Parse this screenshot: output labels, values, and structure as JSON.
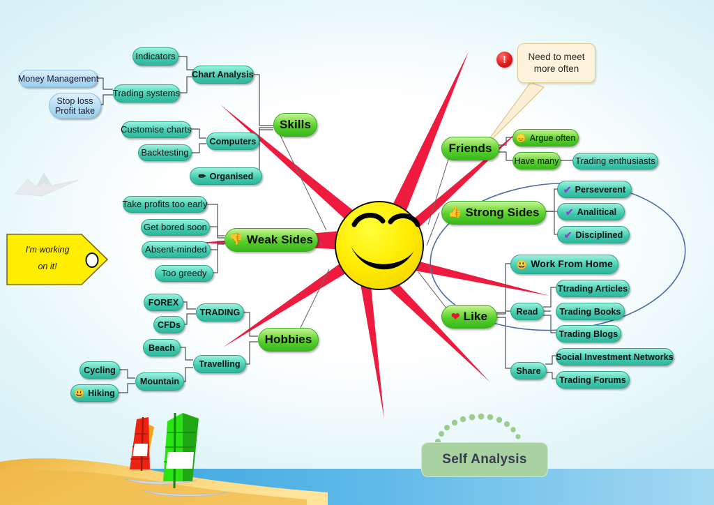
{
  "diagram": {
    "title": "Self Analysis",
    "center_topic": "Self Analysis",
    "colors": {
      "background": "#e2f5f9",
      "teal_node": "#41c9ae",
      "blue_node": "#a8d6f0",
      "green_branch": "#56cf2d",
      "sun_rays": "#ef1e3c",
      "smiley": "#ffe800",
      "callout": "#fdf2dc",
      "tag": "#ffee00",
      "group_ellipse": "#4a6fa8",
      "self_analysis_box": "#a8d3a0",
      "sand": "#f3c25a",
      "sea": "#56b6e8"
    }
  },
  "branches": {
    "skills": {
      "label": "Skills",
      "children": {
        "chart_analysis": {
          "label": "Chart Analysis",
          "children": {
            "indicators": {
              "label": "Indicators"
            },
            "trading_systems": {
              "label": "Trading systems",
              "children": {
                "money_management": {
                  "label": "Money Management"
                },
                "stop_loss": {
                  "label": "Stop loss\nProfit take"
                }
              }
            }
          }
        },
        "computers": {
          "label": "Computers",
          "children": {
            "customise_charts": {
              "label": "Customise charts"
            },
            "backtesting": {
              "label": "Backtesting"
            }
          }
        },
        "organised": {
          "label": "Organised",
          "icon": "pencil-icon",
          "icon_glyph": "✏"
        }
      }
    },
    "weak_sides": {
      "label": "Weak Sides",
      "icon": "thumbs-down-icon",
      "icon_glyph": "👎",
      "children": {
        "take_profits": {
          "label": "Take profits too early"
        },
        "get_bored": {
          "label": "Get bored soon"
        },
        "absent_minded": {
          "label": "Absent-minded"
        },
        "too_greedy": {
          "label": "Too greedy"
        }
      }
    },
    "hobbies": {
      "label": "Hobbies",
      "children": {
        "trading": {
          "label": "TRADING",
          "children": {
            "forex": {
              "label": "FOREX"
            },
            "cfds": {
              "label": "CFDs"
            }
          }
        },
        "travelling": {
          "label": "Travelling",
          "children": {
            "beach": {
              "label": "Beach"
            },
            "mountain": {
              "label": "Mountain",
              "children": {
                "cycling": {
                  "label": "Cycling"
                },
                "hiking": {
                  "label": "Hiking",
                  "icon": "smiley-icon",
                  "icon_glyph": "😃"
                }
              }
            }
          }
        }
      }
    },
    "friends": {
      "label": "Friends",
      "children": {
        "argue_often": {
          "label": "Argue often",
          "icon": "sad-face-icon",
          "icon_glyph": "☹"
        },
        "have_many": {
          "label": "Have many",
          "children": {
            "trading_enthusiasts": {
              "label": "Trading enthusiasts"
            }
          }
        }
      }
    },
    "strong_sides": {
      "label": "Strong Sides",
      "icon": "thumbs-up-icon",
      "icon_glyph": "👍",
      "children": {
        "perseverent": {
          "label": "Perseverent",
          "icon": "check-mark-icon",
          "icon_glyph": "✔"
        },
        "analitical": {
          "label": "Analitical",
          "icon": "check-mark-icon",
          "icon_glyph": "✔"
        },
        "disciplined": {
          "label": "Disciplined",
          "icon": "check-mark-icon",
          "icon_glyph": "✔"
        }
      }
    },
    "like": {
      "label": "Like",
      "icon": "heart-icon",
      "icon_glyph": "❤",
      "children": {
        "work_from_home": {
          "label": "Work From Home",
          "icon": "smiley-icon",
          "icon_glyph": "😃"
        },
        "read": {
          "label": "Read",
          "children": {
            "trading_articles": {
              "label": "Ttrading Articles"
            },
            "trading_books": {
              "label": "Trading Books"
            },
            "trading_blogs": {
              "label": "Trading Blogs"
            }
          }
        },
        "share": {
          "label": "Share",
          "children": {
            "social_investment_networks": {
              "label": "Social Investment Networks"
            },
            "trading_forums": {
              "label": "Trading Forums"
            }
          }
        }
      }
    }
  },
  "annotations": {
    "friends_callout": {
      "text": "Need to meet\nmore often",
      "icon": "alert-exclamation-icon"
    },
    "working_tag": {
      "line1": "I'm working",
      "line2": "on it!"
    }
  }
}
